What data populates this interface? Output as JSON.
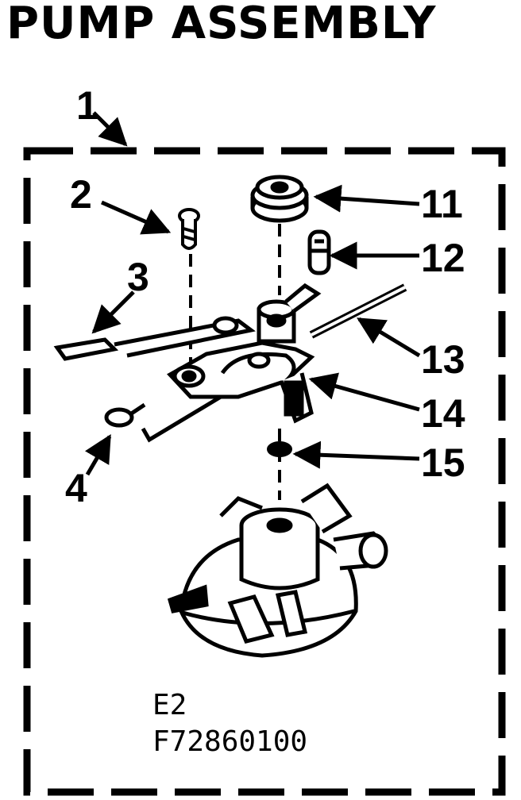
{
  "title": "PUMP ASSEMBLY",
  "callouts": [
    {
      "id": "1",
      "label": "1"
    },
    {
      "id": "2",
      "label": "2"
    },
    {
      "id": "3",
      "label": "3"
    },
    {
      "id": "4",
      "label": "4"
    },
    {
      "id": "11",
      "label": "11"
    },
    {
      "id": "12",
      "label": "12"
    },
    {
      "id": "13",
      "label": "13"
    },
    {
      "id": "14",
      "label": "14"
    },
    {
      "id": "15",
      "label": "15"
    }
  ],
  "codes": {
    "line1": "E2",
    "line2": "F72860100"
  }
}
